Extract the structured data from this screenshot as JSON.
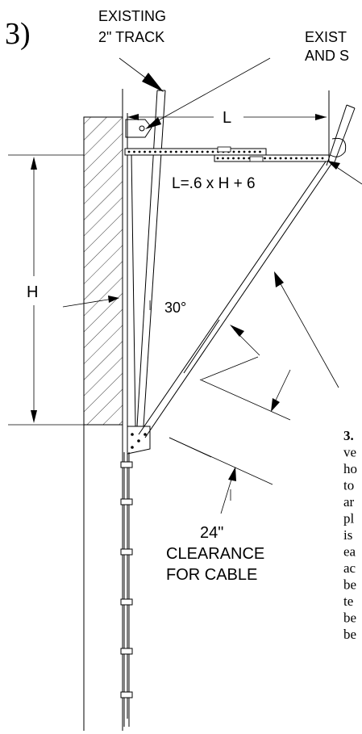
{
  "step": {
    "number": "3)"
  },
  "labels": {
    "existing_track": [
      "EXISTING",
      "2\" TRACK"
    ],
    "existing_spring": [
      "EXIST",
      "AND S"
    ],
    "length": "L",
    "formula": "L=.6 x H + 6",
    "height": "H",
    "angle": "30°",
    "clearance": [
      "24\"",
      "CLEARANCE",
      "FOR CABLE"
    ]
  },
  "note": {
    "lines": [
      "3.",
      "ve",
      "ho",
      "to",
      "ar",
      "pl",
      "is",
      "ea",
      "ac",
      "be",
      "te",
      "be",
      "be"
    ]
  }
}
